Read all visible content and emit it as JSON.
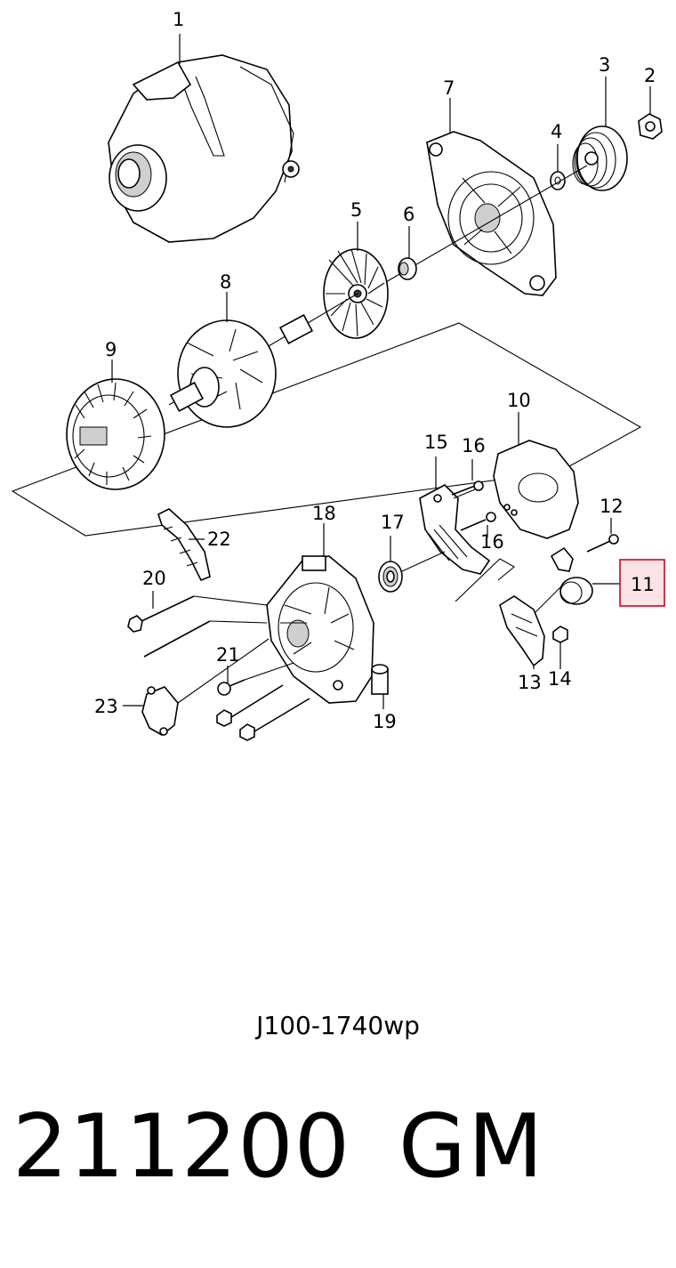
{
  "diagram": {
    "callouts": [
      {
        "id": "c1",
        "label": "1"
      },
      {
        "id": "c2",
        "label": "2"
      },
      {
        "id": "c3",
        "label": "3"
      },
      {
        "id": "c4",
        "label": "4"
      },
      {
        "id": "c5",
        "label": "5"
      },
      {
        "id": "c6",
        "label": "6"
      },
      {
        "id": "c7",
        "label": "7"
      },
      {
        "id": "c8",
        "label": "8"
      },
      {
        "id": "c9",
        "label": "9"
      },
      {
        "id": "c10",
        "label": "10"
      },
      {
        "id": "c11",
        "label": "11"
      },
      {
        "id": "c12",
        "label": "12"
      },
      {
        "id": "c13",
        "label": "13"
      },
      {
        "id": "c14",
        "label": "14"
      },
      {
        "id": "c15",
        "label": "15"
      },
      {
        "id": "c16a",
        "label": "16"
      },
      {
        "id": "c16b",
        "label": "16"
      },
      {
        "id": "c17",
        "label": "17"
      },
      {
        "id": "c18",
        "label": "18"
      },
      {
        "id": "c19",
        "label": "19"
      },
      {
        "id": "c20",
        "label": "20"
      },
      {
        "id": "c21",
        "label": "21"
      },
      {
        "id": "c22",
        "label": "22"
      },
      {
        "id": "c23",
        "label": "23"
      }
    ],
    "highlighted_callout": "11",
    "highlight_color": "#d9001b",
    "highlight_fill": "#fde3e6",
    "drawing_code": "J100-1740wp"
  },
  "footer": {
    "part_number": "211200",
    "brand": "GM"
  }
}
